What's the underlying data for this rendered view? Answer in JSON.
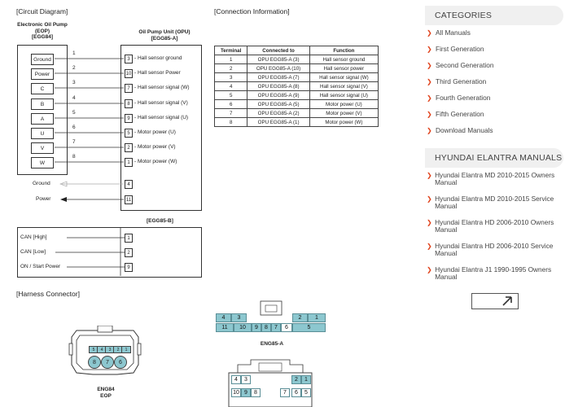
{
  "circuit": {
    "title": "[Circuit Diagram]",
    "eop_label": "Electronic Oil Pump",
    "eop_abbr": "(EOP)",
    "eop_code": "[EGG84]",
    "opu_label": "Oil Pump Unit (OPU)",
    "opu_code": "[EGG85-A]",
    "egg85b_code": "[EGG85-B]",
    "eop_pins": [
      {
        "name": "Ground",
        "num": "1"
      },
      {
        "name": "Power",
        "num": "2"
      },
      {
        "name": "C",
        "num": "3"
      },
      {
        "name": "B",
        "num": "4"
      },
      {
        "name": "A",
        "num": "5"
      },
      {
        "name": "U",
        "num": "6"
      },
      {
        "name": "V",
        "num": "7"
      },
      {
        "name": "W",
        "num": "8"
      }
    ],
    "opu_pins": [
      {
        "num": "3",
        "label": "- Hall sensor ground"
      },
      {
        "num": "10",
        "label": "- Hall sensor Power"
      },
      {
        "num": "7",
        "label": "- Hall sensor signal (W)"
      },
      {
        "num": "8",
        "label": "- Hall sensor signal (V)"
      },
      {
        "num": "9",
        "label": "- Hall sensor signal (U)"
      },
      {
        "num": "5",
        "label": "- Motor power (U)"
      },
      {
        "num": "2",
        "label": "- Motor power (V)"
      },
      {
        "num": "1",
        "label": "- Motor power (W)"
      }
    ],
    "ground_label": "Ground",
    "ground_pin": "4",
    "power_label": "Power",
    "power_pin": "11",
    "b_pins": [
      {
        "label": "CAN [High]",
        "num": "1"
      },
      {
        "label": "CAN [Low]",
        "num": "2"
      },
      {
        "label": "ON / Start Power",
        "num": "9"
      }
    ]
  },
  "connection": {
    "title": "[Connection Information]",
    "headers": [
      "Terminal",
      "Connected to",
      "Function"
    ],
    "rows": [
      [
        "1",
        "OPU EGG85-A (3)",
        "Hall sensor ground"
      ],
      [
        "2",
        "OPU EGG85-A (10)",
        "Hall sensor power"
      ],
      [
        "3",
        "OPU EGG85-A (7)",
        "Hall sensor signal (W)"
      ],
      [
        "4",
        "OPU EGG85-A (8)",
        "Hall sensor signal (V)"
      ],
      [
        "5",
        "OPU EGG85-A (9)",
        "Hall sensor signal (U)"
      ],
      [
        "6",
        "OPU EGG85-A (5)",
        "Motor power (U)"
      ],
      [
        "7",
        "OPU EGG85-A (2)",
        "Motor power (V)"
      ],
      [
        "8",
        "OPU EGG85-A (1)",
        "Motor power (W)"
      ]
    ]
  },
  "harness": {
    "title": "[Harness Connector]",
    "eng84_name": "ENG84",
    "eng84_sub": "EOP",
    "eng84_top": [
      "5",
      "4",
      "3",
      "2",
      "1"
    ],
    "eng84_bottom": [
      "8",
      "7",
      "6"
    ],
    "eng85a_name": "ENG85-A",
    "eng85a_row1": [
      "4",
      "3",
      "2",
      "1"
    ],
    "eng85a_row2": [
      "11",
      "10",
      "9",
      "8",
      "7",
      "6",
      "5"
    ],
    "eng85b_row1": [
      "4",
      "3",
      "2",
      "1"
    ],
    "eng85b_row2": [
      "10",
      "9",
      "8",
      "7",
      "6",
      "5"
    ]
  },
  "sidebar": {
    "categories_title": "CATEGORIES",
    "categories": [
      "All Manuals",
      "First Generation",
      "Second Generation",
      "Third Generation",
      "Fourth Generation",
      "Fifth Generation",
      "Download Manuals"
    ],
    "manuals_title": "HYUNDAI ELANTRA MANUALS",
    "manuals": [
      "Hyundai Elantra MD 2010-2015 Owners Manual",
      "Hyundai Elantra MD 2010-2015 Service Manual",
      "Hyundai Elantra HD 2006-2010 Owners Manual",
      "Hyundai Elantra HD 2006-2010 Service Manual",
      "Hyundai Elantra J1 1990-1995 Owners Manual"
    ],
    "scroll_top_icon": "arrow-up-right-icon",
    "accent": "#e0421b"
  },
  "colors": {
    "connector_fill": "#8cc7cf",
    "text": "#222222"
  }
}
